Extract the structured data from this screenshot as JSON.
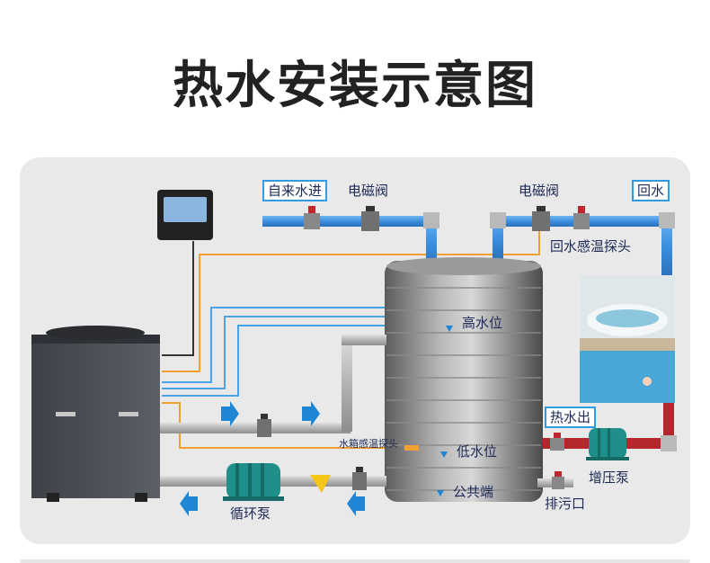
{
  "title": "热水安装示意图",
  "labels": {
    "tap_water_in": "自来水进",
    "solenoid_valve_1": "电磁阀",
    "solenoid_valve_2": "电磁阀",
    "return_water": "回水",
    "return_temp_probe": "回水感温探头",
    "high_water_level": "高水位",
    "low_water_level": "低水位",
    "common_end": "公共端",
    "tank_temp_probe": "水箱感温探头",
    "hot_water_out": "热水出",
    "booster_pump": "增压泵",
    "circulation_pump": "循环泵",
    "drain_outlet": "排污口"
  },
  "colors": {
    "blue_pipe": "#3b8fe0",
    "grey_pipe": "#b9b9b9",
    "red_pipe": "#b3272d",
    "signal_wire_orange": "#f0a030",
    "signal_wire_blue": "#4aa3e6",
    "pump_teal": "#1f8f8a",
    "arrow_blue": "#1f86d6",
    "label_border": "#2f9be3"
  }
}
